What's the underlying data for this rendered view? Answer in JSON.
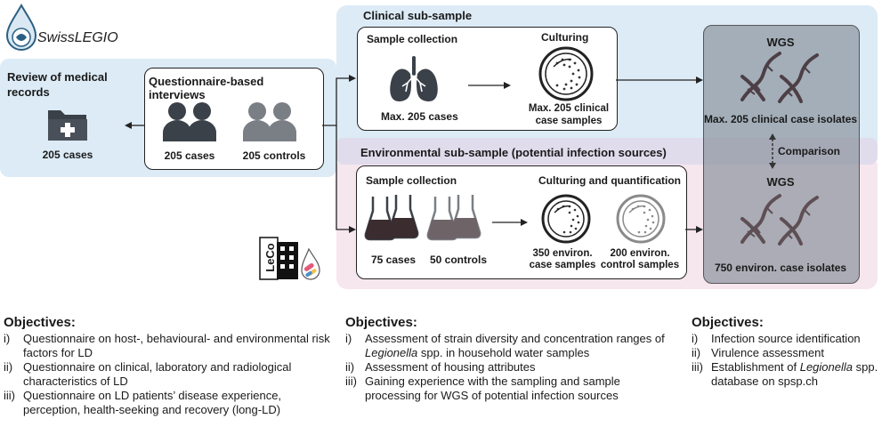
{
  "logo": {
    "name": "SwissLEGIO"
  },
  "leco_logo": {
    "text": "LeCo"
  },
  "left": {
    "review": {
      "title": "Review of medical records",
      "count": "205 cases"
    },
    "interviews": {
      "title": "Questionnaire-based interviews",
      "cases": "205 cases",
      "controls": "205 controls"
    }
  },
  "clinical": {
    "title": "Clinical sub-sample",
    "sample_collection": "Sample collection",
    "culturing": "Culturing",
    "cases": "Max. 205  cases",
    "culture_samples_line1": "Max. 205 clinical",
    "culture_samples_line2": "case samples"
  },
  "environmental": {
    "title": "Environmental sub-sample (potential infection sources)",
    "sample_collection": "Sample collection",
    "culturing": "Culturing and quantification",
    "cases": "75 cases",
    "controls": "50 controls",
    "case_samples_line1": "350 environ.",
    "case_samples_line2": "case samples",
    "control_samples_line1": "200 environ.",
    "control_samples_line2": "control samples"
  },
  "wgs": {
    "title_top": "WGS",
    "clinical_isolates": "Max. 205 clinical case isolates",
    "comparison": "Comparison",
    "title_bottom": "WGS",
    "env_isolates": "750 environ. case isolates"
  },
  "objectives_left": {
    "title": "Objectives:",
    "items": [
      {
        "num": "i)",
        "text": "Questionnaire on host-, behavioural- and environmental risk factors for LD"
      },
      {
        "num": "ii)",
        "text": "Questionnaire on clinical, laboratory and radiological characteristics of LD"
      },
      {
        "num": "iii)",
        "text": "Questionnaire on LD patients’ disease experience, perception, health-seeking and recovery (long-LD)"
      }
    ]
  },
  "objectives_middle": {
    "title": "Objectives:",
    "item1_num": "i)",
    "item1_pre": "Assessment of strain diversity and concentration ranges of ",
    "item1_ital": "Legionella",
    "item1_post": " spp.  in household water samples",
    "item2_num": "ii)",
    "item2": "Assessment of housing attributes",
    "item3_num": "iii)",
    "item3": "Gaining experience with the sampling and sample processing for WGS of potential infection sources"
  },
  "objectives_right": {
    "title": "Objectives:",
    "item1_num": "i)",
    "item1": "Infection source identification",
    "item2_num": "ii)",
    "item2": "Virulence assessment",
    "item3_num": "iii)",
    "item3_pre": "Establishment of ",
    "item3_ital": "Legionella",
    "item3_post": " spp. database on spsp.ch"
  },
  "colors": {
    "blue_band": "#dcebf6",
    "pink_band": "#f6e6ee",
    "purple_band": "#e0dcec",
    "wgs_box": "#9aa3ad",
    "icon_dark": "#3b4149",
    "icon_gray": "#7a7f85",
    "dna_dark": "#5e4f55"
  }
}
